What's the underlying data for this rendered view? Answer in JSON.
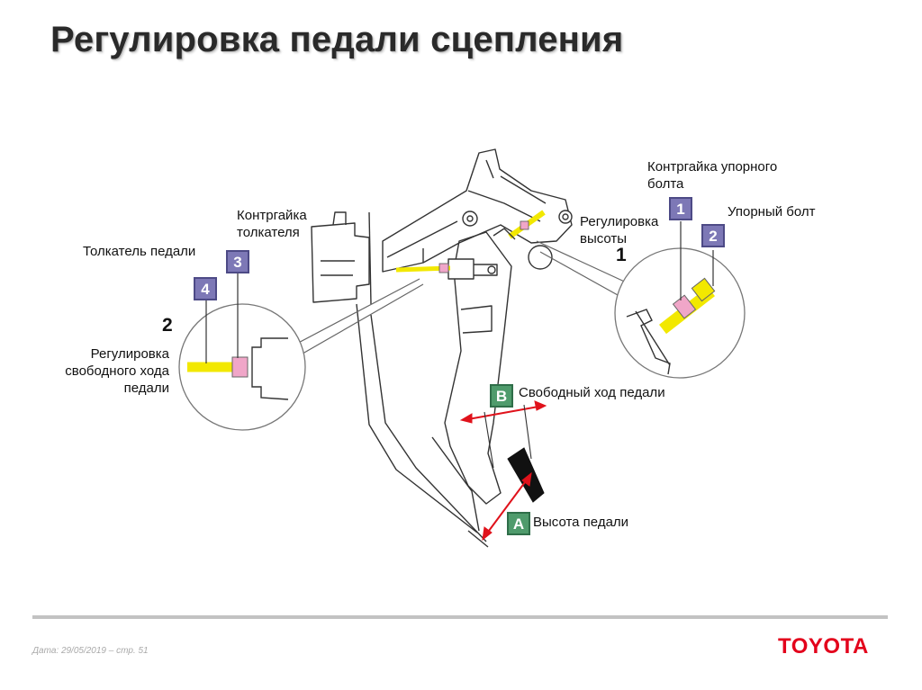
{
  "slide": {
    "title": "Регулировка педали сцепления"
  },
  "callouts": {
    "pushrod": "Толкатель педали",
    "pushrod_locknut_line1": "Контргайка",
    "pushrod_locknut_line2": "толкателя",
    "height_adj_line1": "Регулировка",
    "height_adj_line2": "высоты",
    "stop_locknut_line1": "Контргайка упорного",
    "stop_locknut_line2": "болта",
    "stop_bolt": "Упорный болт",
    "free_play_adj_line1": "Регулировка",
    "free_play_adj_line2": "свободного хода",
    "free_play_adj_line3": "педали",
    "free_play": "Свободный ход педали",
    "pedal_height": "Высота педали"
  },
  "markers": {
    "detail_1": "1",
    "detail_2": "2",
    "b1": "1",
    "b2": "2",
    "b3": "3",
    "b4": "4",
    "bA": "A",
    "bB": "B"
  },
  "footer": {
    "date_text": "Дата: 29/05/2019 – стр.   51",
    "brand": "TOYOTA"
  },
  "colors": {
    "bolt_yellow": "#f2e800",
    "nut_pink": "#f0a6c8",
    "arrow_red": "#e0121b",
    "badge_purple": "#7d78b6",
    "badge_green": "#4f9b6c",
    "brand_red": "#e3001b"
  }
}
